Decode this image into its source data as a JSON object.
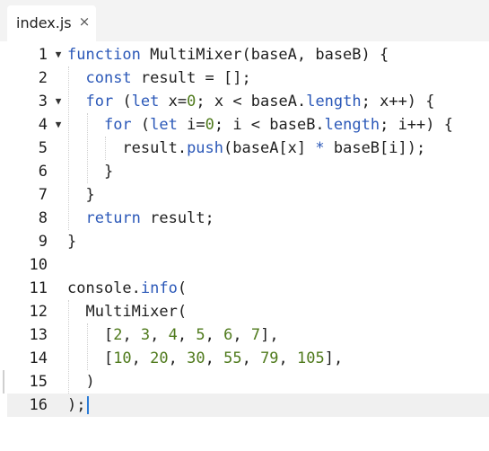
{
  "tab": {
    "label": "index.js",
    "close": "×"
  },
  "fold_glyph": "▼",
  "lines": [
    {
      "n": "1",
      "fold": true,
      "tokens": [
        [
          "kw",
          "function"
        ],
        [
          "pl",
          " MultiMixer(baseA, baseB) {"
        ]
      ]
    },
    {
      "n": "2",
      "fold": false,
      "tokens": [
        [
          "pl",
          "  "
        ],
        [
          "kw",
          "const"
        ],
        [
          "pl",
          " result = [];"
        ]
      ]
    },
    {
      "n": "3",
      "fold": true,
      "tokens": [
        [
          "pl",
          "  "
        ],
        [
          "kw",
          "for"
        ],
        [
          "pl",
          " ("
        ],
        [
          "kw",
          "let"
        ],
        [
          "pl",
          " x="
        ],
        [
          "num",
          "0"
        ],
        [
          "pl",
          "; x < baseA."
        ],
        [
          "prop",
          "length"
        ],
        [
          "pl",
          "; x++) {"
        ]
      ]
    },
    {
      "n": "4",
      "fold": true,
      "tokens": [
        [
          "pl",
          "    "
        ],
        [
          "kw",
          "for"
        ],
        [
          "pl",
          " ("
        ],
        [
          "kw",
          "let"
        ],
        [
          "pl",
          " i="
        ],
        [
          "num",
          "0"
        ],
        [
          "pl",
          "; i < baseB."
        ],
        [
          "prop",
          "length"
        ],
        [
          "pl",
          "; i++) {"
        ]
      ]
    },
    {
      "n": "5",
      "fold": false,
      "tokens": [
        [
          "pl",
          "      result."
        ],
        [
          "prop",
          "push"
        ],
        [
          "pl",
          "(baseA[x] "
        ],
        [
          "kw",
          "*"
        ],
        [
          "pl",
          " baseB[i]);"
        ]
      ]
    },
    {
      "n": "6",
      "fold": false,
      "tokens": [
        [
          "pl",
          "    }"
        ]
      ]
    },
    {
      "n": "7",
      "fold": false,
      "tokens": [
        [
          "pl",
          "  }"
        ]
      ]
    },
    {
      "n": "8",
      "fold": false,
      "tokens": [
        [
          "pl",
          "  "
        ],
        [
          "kw",
          "return"
        ],
        [
          "pl",
          " result;"
        ]
      ]
    },
    {
      "n": "9",
      "fold": false,
      "tokens": [
        [
          "pl",
          "}"
        ]
      ]
    },
    {
      "n": "10",
      "fold": false,
      "tokens": []
    },
    {
      "n": "11",
      "fold": false,
      "tokens": [
        [
          "pl",
          "console."
        ],
        [
          "prop",
          "info"
        ],
        [
          "pl",
          "("
        ]
      ]
    },
    {
      "n": "12",
      "fold": false,
      "tokens": [
        [
          "pl",
          "  MultiMixer("
        ]
      ]
    },
    {
      "n": "13",
      "fold": false,
      "tokens": [
        [
          "pl",
          "    ["
        ],
        [
          "num",
          "2"
        ],
        [
          "pl",
          ", "
        ],
        [
          "num",
          "3"
        ],
        [
          "pl",
          ", "
        ],
        [
          "num",
          "4"
        ],
        [
          "pl",
          ", "
        ],
        [
          "num",
          "5"
        ],
        [
          "pl",
          ", "
        ],
        [
          "num",
          "6"
        ],
        [
          "pl",
          ", "
        ],
        [
          "num",
          "7"
        ],
        [
          "pl",
          "],"
        ]
      ]
    },
    {
      "n": "14",
      "fold": false,
      "tokens": [
        [
          "pl",
          "    ["
        ],
        [
          "num",
          "10"
        ],
        [
          "pl",
          ", "
        ],
        [
          "num",
          "20"
        ],
        [
          "pl",
          ", "
        ],
        [
          "num",
          "30"
        ],
        [
          "pl",
          ", "
        ],
        [
          "num",
          "55"
        ],
        [
          "pl",
          ", "
        ],
        [
          "num",
          "79"
        ],
        [
          "pl",
          ", "
        ],
        [
          "num",
          "105"
        ],
        [
          "pl",
          "],"
        ]
      ]
    },
    {
      "n": "15",
      "fold": false,
      "tokens": [
        [
          "pl",
          "  )"
        ]
      ]
    },
    {
      "n": "16",
      "fold": false,
      "tokens": [
        [
          "pl",
          ");"
        ]
      ]
    }
  ],
  "active_line": "16",
  "colors": {
    "keyword": "#2b58b8",
    "number": "#4f7a1c",
    "text": "#1f1f1f",
    "active_line_bg": "#f0f0f0",
    "cursor": "#2b7bd6"
  }
}
